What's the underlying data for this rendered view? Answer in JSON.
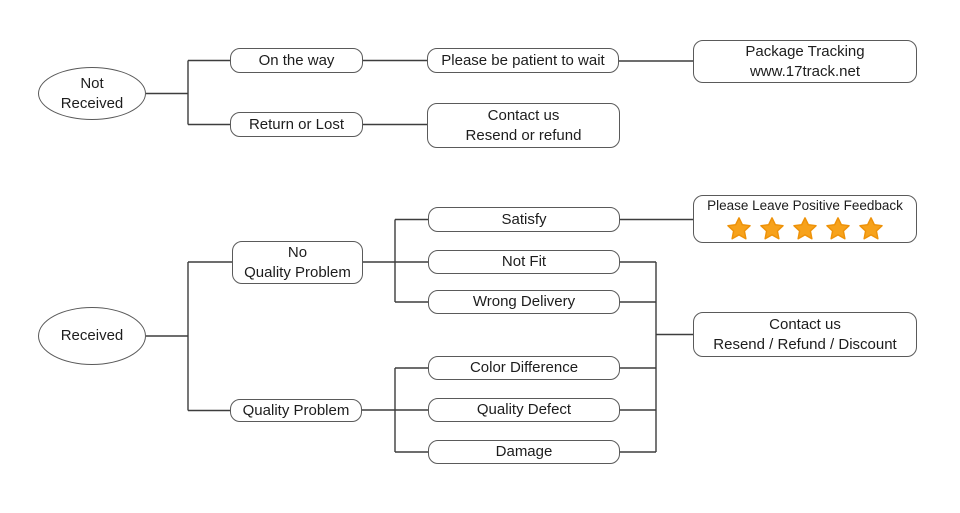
{
  "canvas": {
    "background": "#ffffff",
    "line_color": "#3d3d3d",
    "box_border_color": "#5a5a5a",
    "text_color": "#1d1d1d"
  },
  "not_received_flow": {
    "root": {
      "line1": "Not",
      "line2": "Received"
    },
    "on_the_way": {
      "label": "On the way"
    },
    "return_or_lost": {
      "label": "Return or Lost"
    },
    "please_be_patient": {
      "label": "Please be patient to wait"
    },
    "contact_us_resend": {
      "line1": "Contact us",
      "line2": "Resend or refund"
    },
    "package_tracking": {
      "line1": "Package Tracking",
      "line2": "www.17track.net"
    }
  },
  "received_flow": {
    "root": {
      "label": "Received"
    },
    "no_quality_problem": {
      "line1": "No",
      "line2": "Quality Problem"
    },
    "quality_problem": {
      "label": "Quality Problem"
    },
    "satisfy": {
      "label": "Satisfy"
    },
    "not_fit": {
      "label": "Not Fit"
    },
    "wrong_delivery": {
      "label": "Wrong Delivery"
    },
    "color_difference": {
      "label": "Color Difference"
    },
    "quality_defect": {
      "label": "Quality Defect"
    },
    "damage": {
      "label": "Damage"
    },
    "positive_feedback": {
      "title": "Please Leave Positive Feedback",
      "star_count": 5,
      "star_color": "#F7A21B",
      "star_edge_color": "#EE9209"
    },
    "contact_us_full": {
      "line1": "Contact us",
      "line2": "Resend / Refund / Discount"
    }
  }
}
